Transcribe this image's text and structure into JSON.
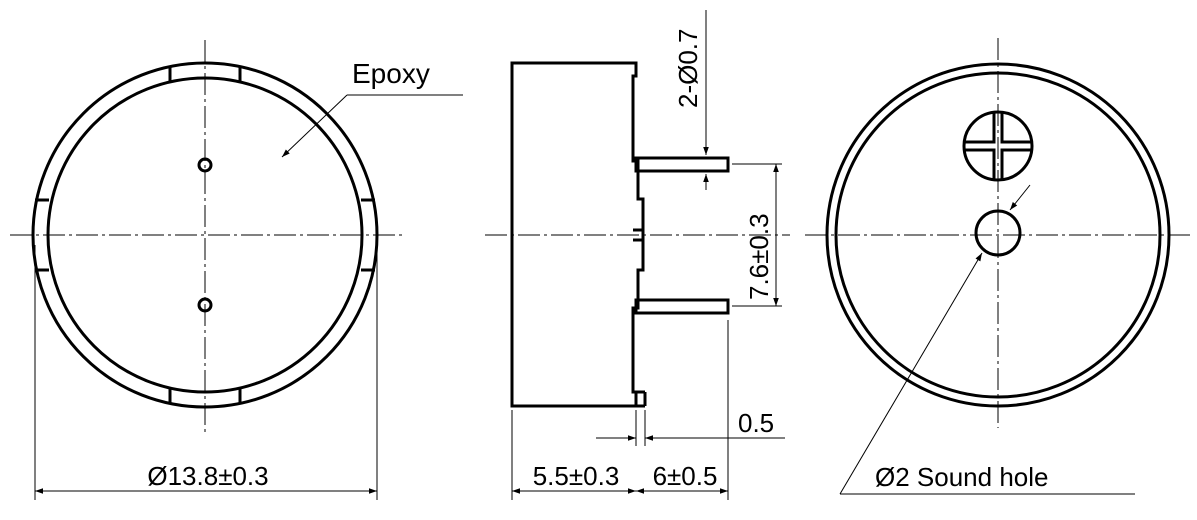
{
  "labels": {
    "epoxy": "Epoxy",
    "diameter_overall": "Ø13.8±0.3",
    "pin_diameter": "2-Ø0.7",
    "pin_spacing": "7.6±0.3",
    "pin_offset": "0.5",
    "body_height": "5.5±0.3",
    "pin_length": "6±0.5",
    "sound_hole": "Ø2 Sound hole"
  }
}
